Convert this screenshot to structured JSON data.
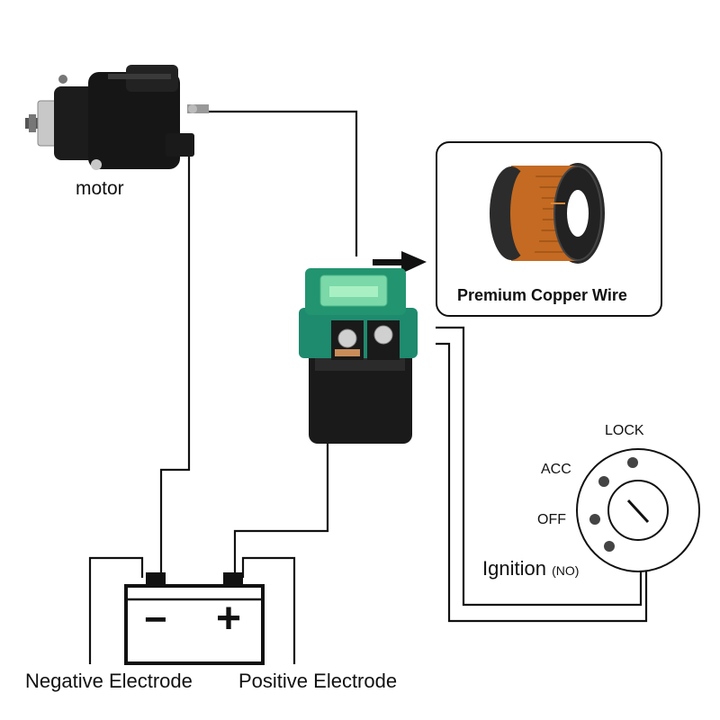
{
  "labels": {
    "motor": "motor",
    "copper_wire": "Premium Copper Wire",
    "lock": "LOCK",
    "acc": "ACC",
    "off": "OFF",
    "ignition": "Ignition",
    "ignition_sub": "(NO)",
    "negative": "Negative Electrode",
    "positive": "Positive Electrode",
    "minus_sign": "−",
    "plus_sign": "+"
  },
  "colors": {
    "wire": "#111111",
    "relay_green": "#1e8a6e",
    "relay_body": "#1a1a1a",
    "copper": "#b8611d",
    "motor_body": "#161616"
  },
  "icons": [
    "starter-motor-icon",
    "copper-wire-spool-icon",
    "relay-icon",
    "battery-icon",
    "ignition-switch-icon",
    "arrow-right-icon"
  ]
}
